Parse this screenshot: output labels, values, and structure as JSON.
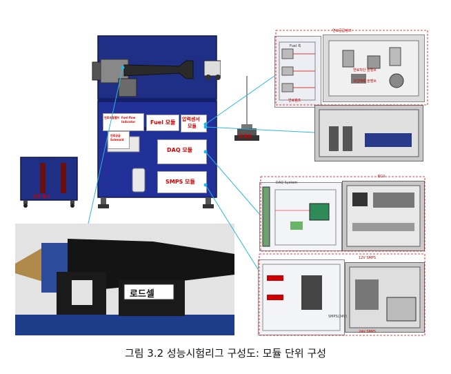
{
  "labels": {
    "fuel_module": "Fuel 모듈",
    "pressure_sensor_module_line1": "압력센서",
    "pressure_sensor_module_line2": "모듈",
    "daq_module": "DAQ 모듈",
    "smps_module": "SMPS 모듈",
    "fuel_tank": "연료 탱크",
    "weight": "무게추",
    "load_cell": "로드셀",
    "fuel_solenoid_line1": "연료공급",
    "fuel_solenoid_line2": "Solenoid",
    "fuel_flow_line1": "Fuel flow",
    "fuel_flow_line2": "Indicator",
    "fuel_pump_control": "연료조절밸브"
  },
  "fuel_panel": {
    "top_label": "연료공급탱크",
    "shutoff_valve": "연료차단 솔밸브",
    "pressure_valve": "과압해제 솔밸브",
    "fuel_pump": "연료펌프",
    "fuel_side": "Fuel 측"
  },
  "daq_panel": {
    "ecu_label": "ECU",
    "daq_system": "DAQ System"
  },
  "smps_panel": {
    "label_12v": "12V SMPS",
    "label_24v": "24V SMPS",
    "smps_left": "SMPS(24V)"
  },
  "caption": "그림 3.2 성능시험리그 구성도: 모듈 단위 구성",
  "colors": {
    "frame_blue": "#1f2f86",
    "frame_blue_dark": "#14206a",
    "callout_cyan": "#2ab6e0",
    "label_red": "#d00000",
    "engine_black": "#1a1a1a"
  }
}
